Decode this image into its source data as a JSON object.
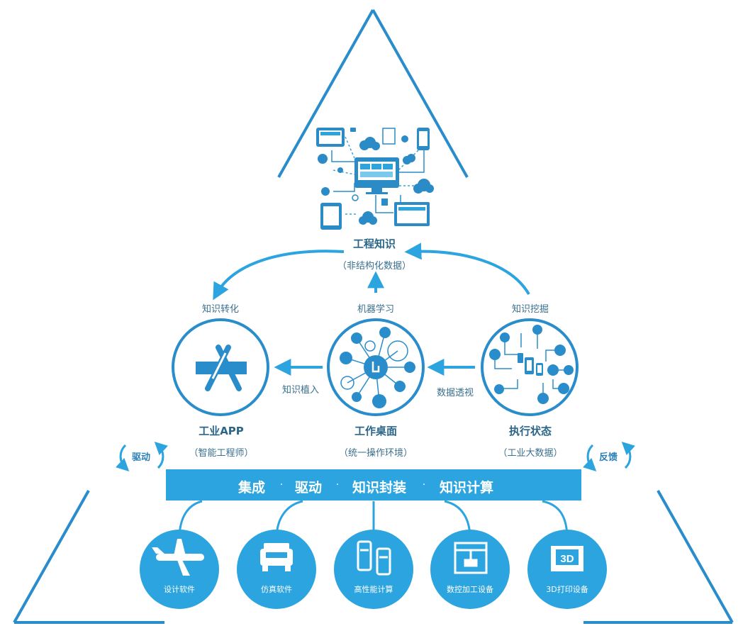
{
  "top_node": {
    "title": "工程知识",
    "subtitle": "（非结构化数据）"
  },
  "nodes": {
    "app": {
      "title": "工业APP",
      "subtitle": "（智能工程师）"
    },
    "desktop": {
      "title": "工作桌面",
      "subtitle": "（统一操作环境）"
    },
    "status": {
      "title": "执行状态",
      "subtitle": "（工业大数据）"
    }
  },
  "edges": {
    "to_top_left": "知识转化",
    "to_top_mid": "机器学习",
    "to_top_right": "知识挖掘",
    "desk_to_app": "知识植入",
    "status_to_desk": "数据透视"
  },
  "side_labels": {
    "left": "驱动",
    "right": "反馈"
  },
  "band": {
    "items": [
      "集成",
      "驱动",
      "知识封装",
      "知识计算"
    ],
    "separator": "·"
  },
  "tools": [
    "设计软件",
    "仿真软件",
    "高性能计算",
    "数控加工设备",
    "3D打印设备"
  ],
  "icons": {
    "app": "app-store-icon",
    "desktop": "touch-network-icon",
    "status": "circuit-devices-icon",
    "top": "connected-devices-icon",
    "tools": [
      "airplane-icon",
      "car-icon",
      "servers-icon",
      "cnc-machine-icon",
      "3d-printer-icon"
    ]
  },
  "colors": {
    "primary": "#2ba4df",
    "line": "#2a8dcb",
    "text": "#2b6689"
  }
}
